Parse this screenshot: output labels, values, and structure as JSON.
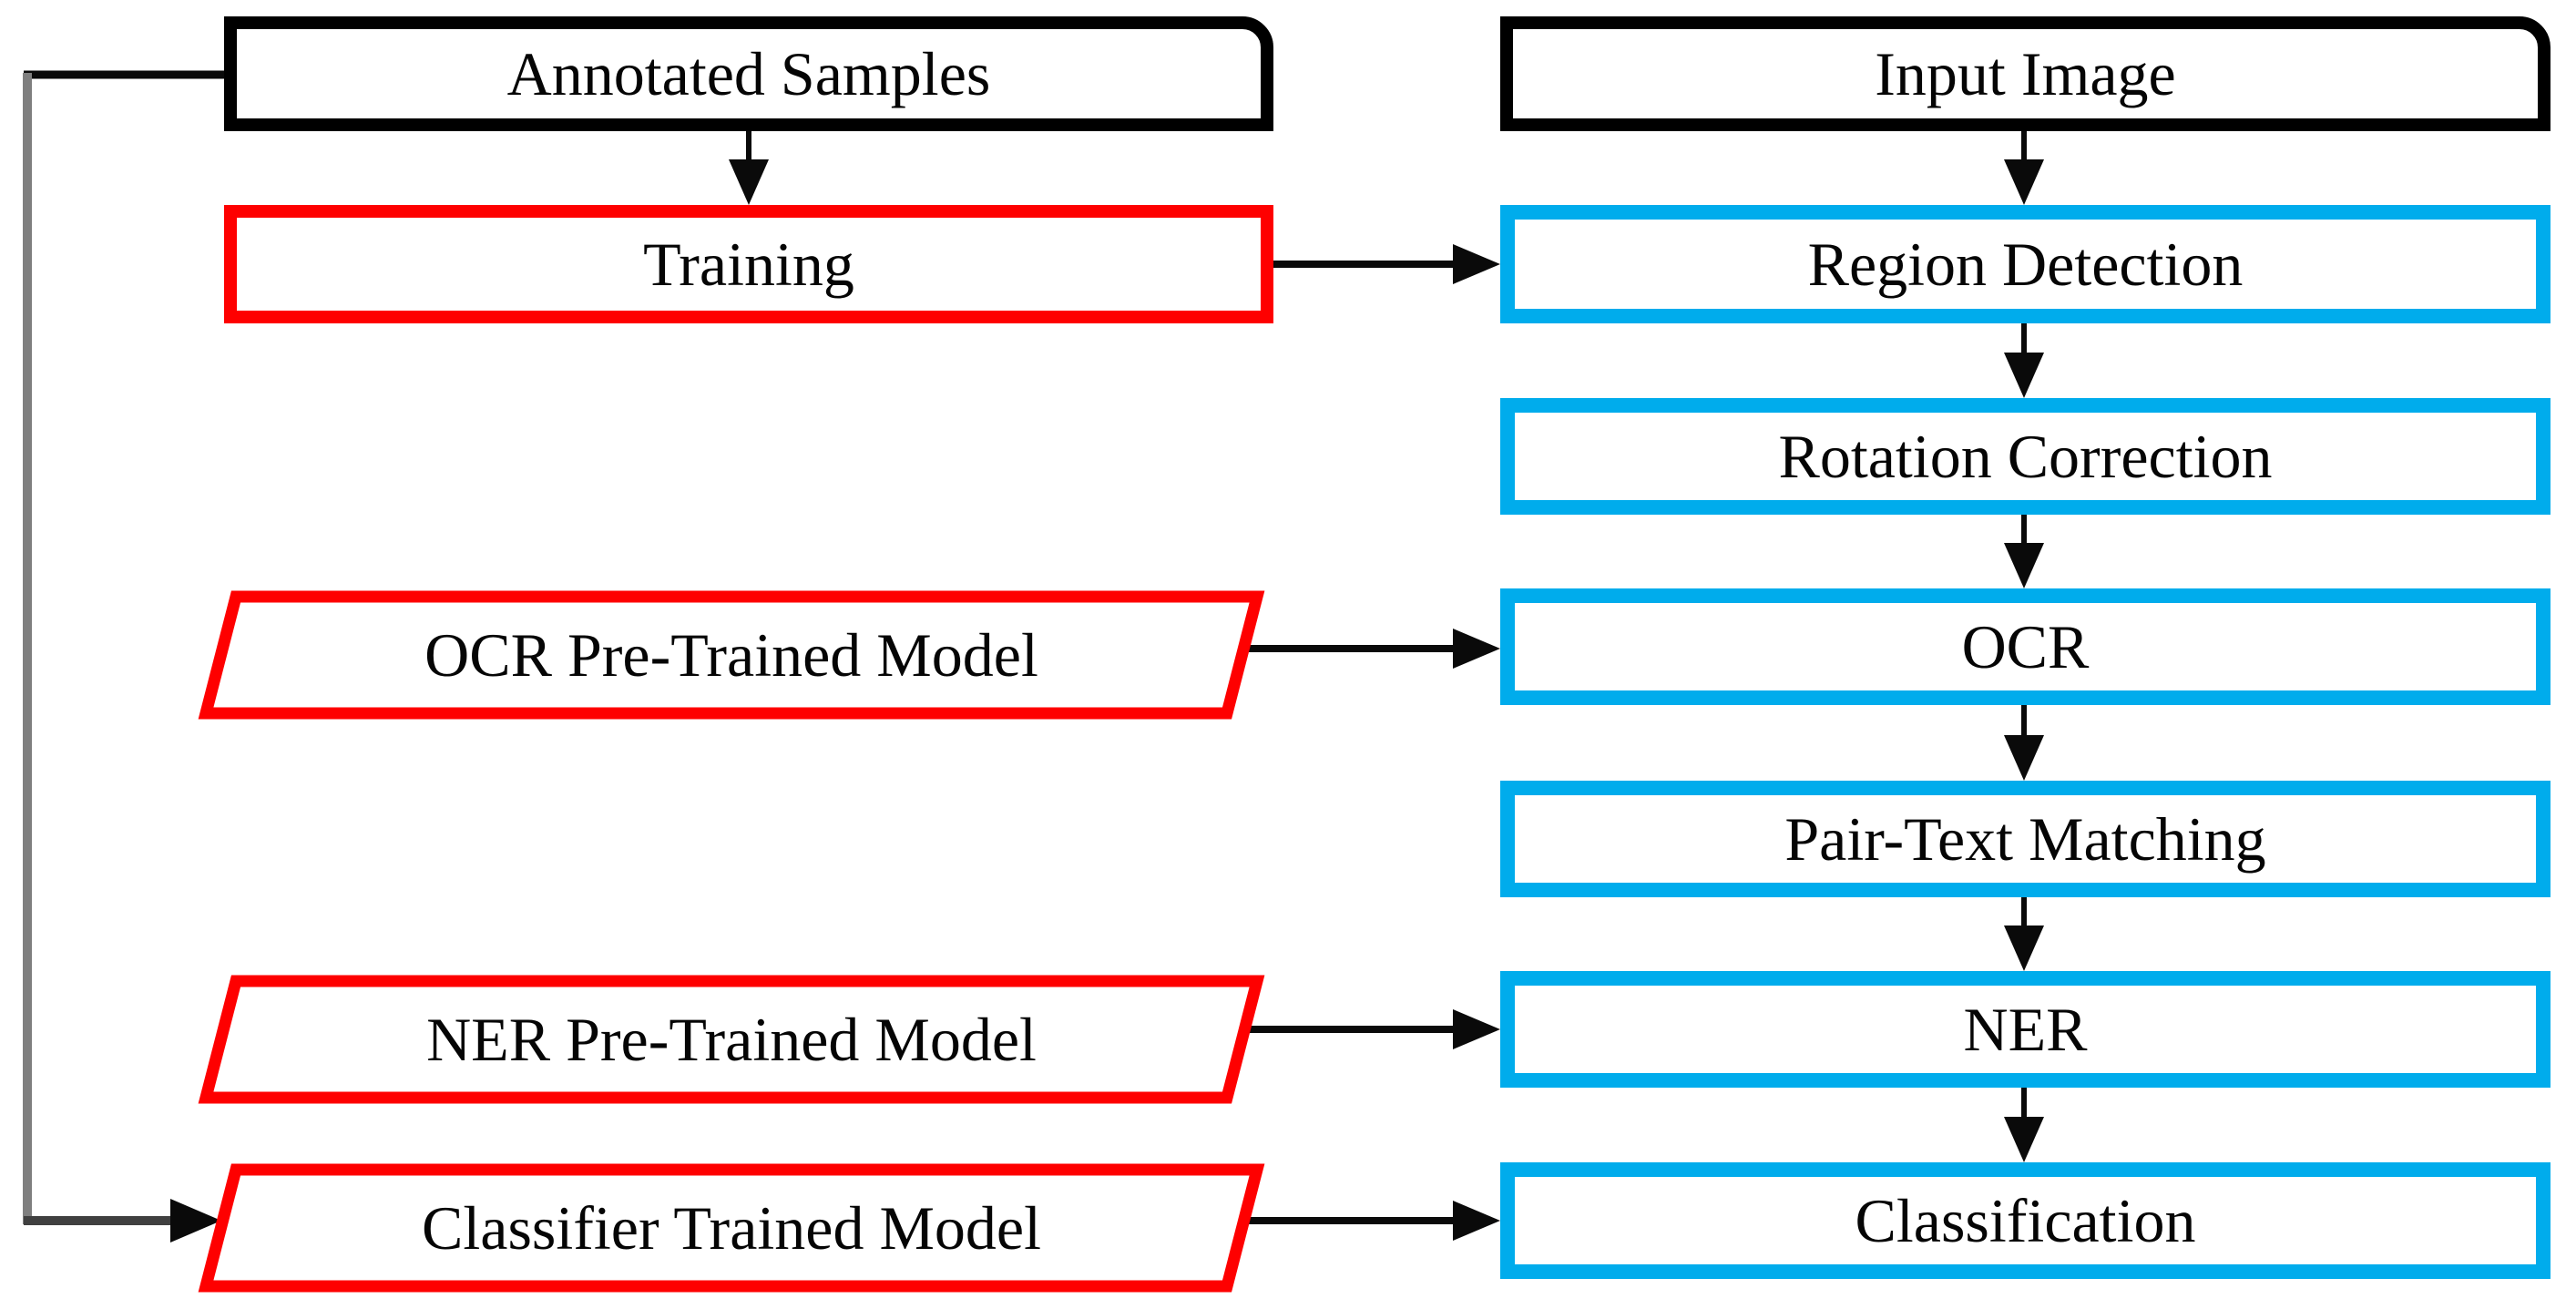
{
  "diagram": {
    "title": "document processing pipeline flowchart",
    "colors": {
      "terminator_border": "#000000",
      "model_border": "#FE0000",
      "process_border": "#00ACEC",
      "arrow": "#000000",
      "feedback_line_gray": "#7F7F7F",
      "text": "#050505",
      "background": "#FFFFFF"
    },
    "nodes": {
      "annotated_samples": {
        "label": "Annotated Samples",
        "shape": "terminator"
      },
      "training": {
        "label": "Training",
        "shape": "rectangle-red"
      },
      "ocr_pretrained": {
        "label": "OCR Pre-Trained Model",
        "shape": "parallelogram-red"
      },
      "ner_pretrained": {
        "label": "NER Pre-Trained Model",
        "shape": "parallelogram-red"
      },
      "classifier_trained": {
        "label": "Classifier Trained Model",
        "shape": "parallelogram-red"
      },
      "input_image": {
        "label": "Input Image",
        "shape": "terminator"
      },
      "region_detection": {
        "label": "Region Detection",
        "shape": "rectangle-blue"
      },
      "rotation_correction": {
        "label": "Rotation Correction",
        "shape": "rectangle-blue"
      },
      "ocr": {
        "label": "OCR",
        "shape": "rectangle-blue"
      },
      "pair_text_matching": {
        "label": "Pair-Text Matching",
        "shape": "rectangle-blue"
      },
      "ner": {
        "label": "NER",
        "shape": "rectangle-blue"
      },
      "classification": {
        "label": "Classification",
        "shape": "rectangle-blue"
      }
    },
    "edges": [
      {
        "from": "Annotated Samples",
        "to": "Training"
      },
      {
        "from": "Annotated Samples",
        "to": "Classifier Trained Model"
      },
      {
        "from": "Training",
        "to": "Region Detection"
      },
      {
        "from": "Input Image",
        "to": "Region Detection"
      },
      {
        "from": "Region Detection",
        "to": "Rotation Correction"
      },
      {
        "from": "Rotation Correction",
        "to": "OCR"
      },
      {
        "from": "OCR Pre-Trained Model",
        "to": "OCR"
      },
      {
        "from": "OCR",
        "to": "Pair-Text Matching"
      },
      {
        "from": "Pair-Text Matching",
        "to": "NER"
      },
      {
        "from": "NER Pre-Trained Model",
        "to": "NER"
      },
      {
        "from": "NER",
        "to": "Classification"
      },
      {
        "from": "Classifier Trained Model",
        "to": "Classification"
      }
    ]
  }
}
